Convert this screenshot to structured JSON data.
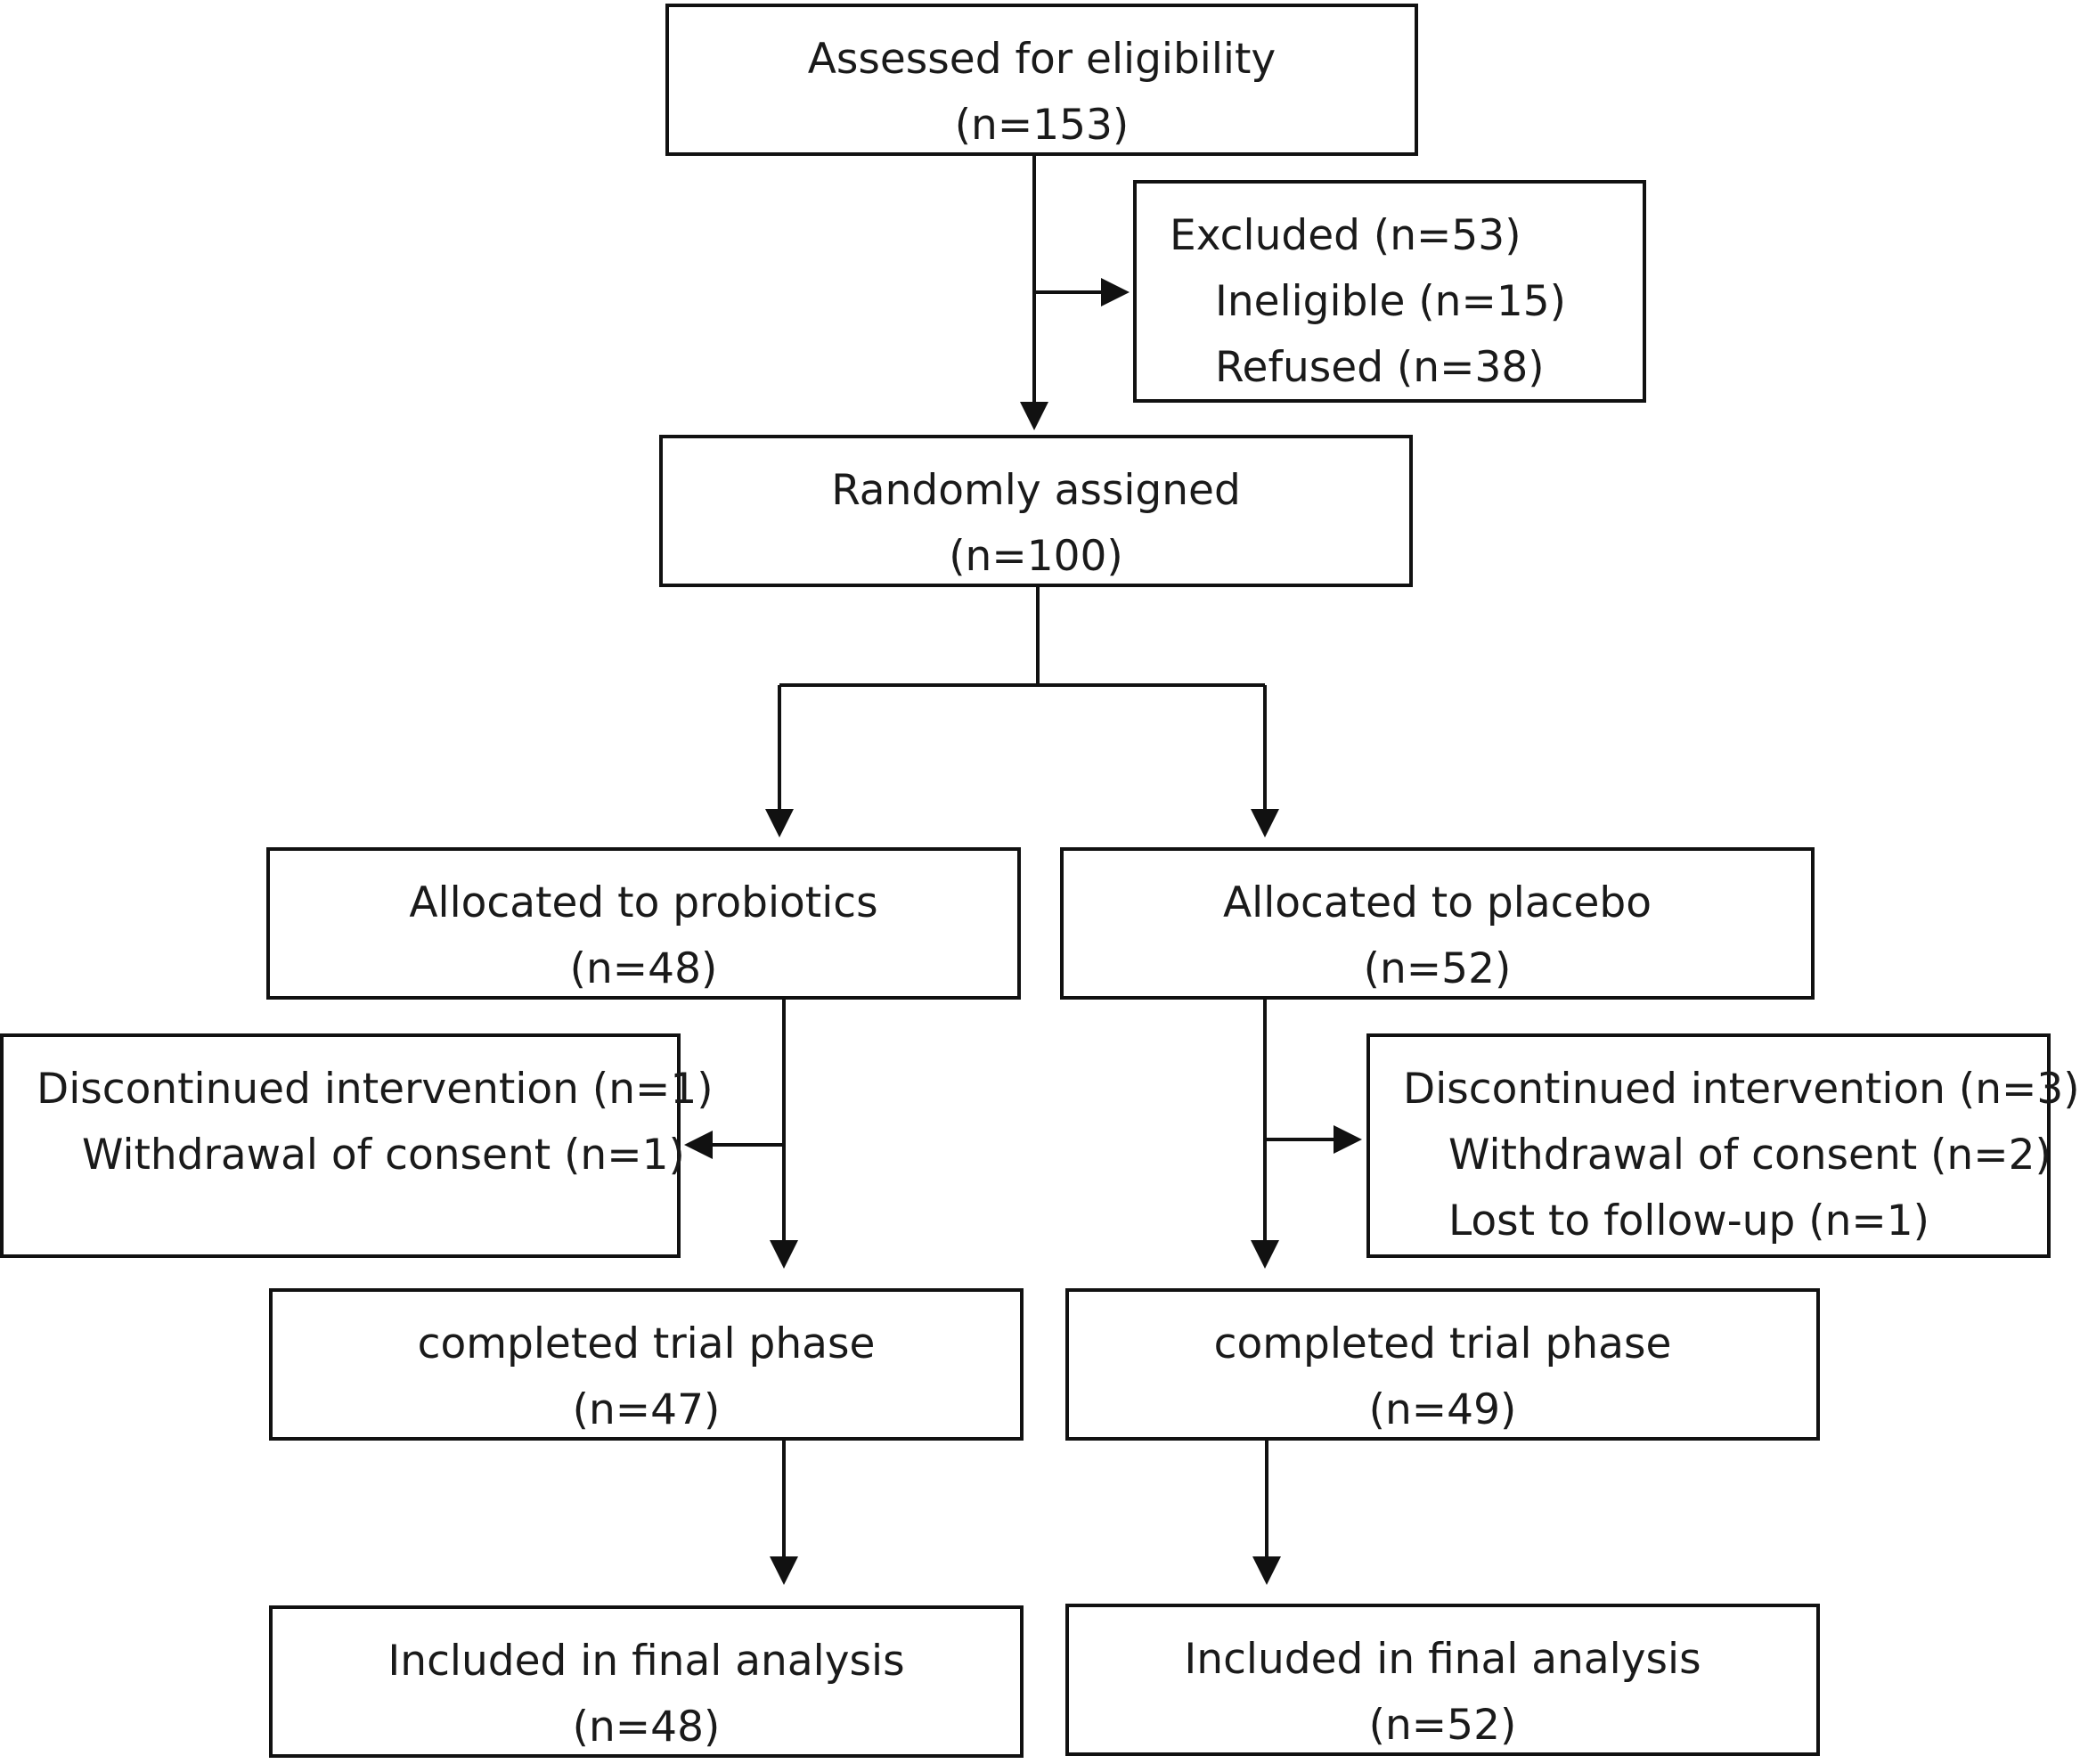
{
  "assessed": {
    "label": "Assessed for eligibility",
    "count": "(n=153)"
  },
  "excluded": {
    "label": "Excluded (n=53)",
    "ineligible": "Ineligible (n=15)",
    "refused": "Refused (n=38)"
  },
  "randomized": {
    "label": "Randomly assigned",
    "count": "(n=100)"
  },
  "probiotics": {
    "allocated": {
      "label": "Allocated to probiotics",
      "count": "(n=48)"
    },
    "discontinued": {
      "label": "Discontinued intervention (n=1)",
      "withdrawal": "Withdrawal of consent (n=1)"
    },
    "completed": {
      "label": "completed trial phase",
      "count": "(n=47)"
    },
    "analysis": {
      "label": "Included in final analysis",
      "count": "(n=48)"
    }
  },
  "placebo": {
    "allocated": {
      "label": "Allocated to placebo",
      "count": "(n=52)"
    },
    "discontinued": {
      "label": "Discontinued intervention (n=3)",
      "withdrawal": "Withdrawal of consent (n=2)",
      "lost": "Lost to follow-up (n=1)"
    },
    "completed": {
      "label": "completed trial phase",
      "count": "(n=49)"
    },
    "analysis": {
      "label": "Included in final analysis",
      "count": "(n=52)"
    }
  }
}
